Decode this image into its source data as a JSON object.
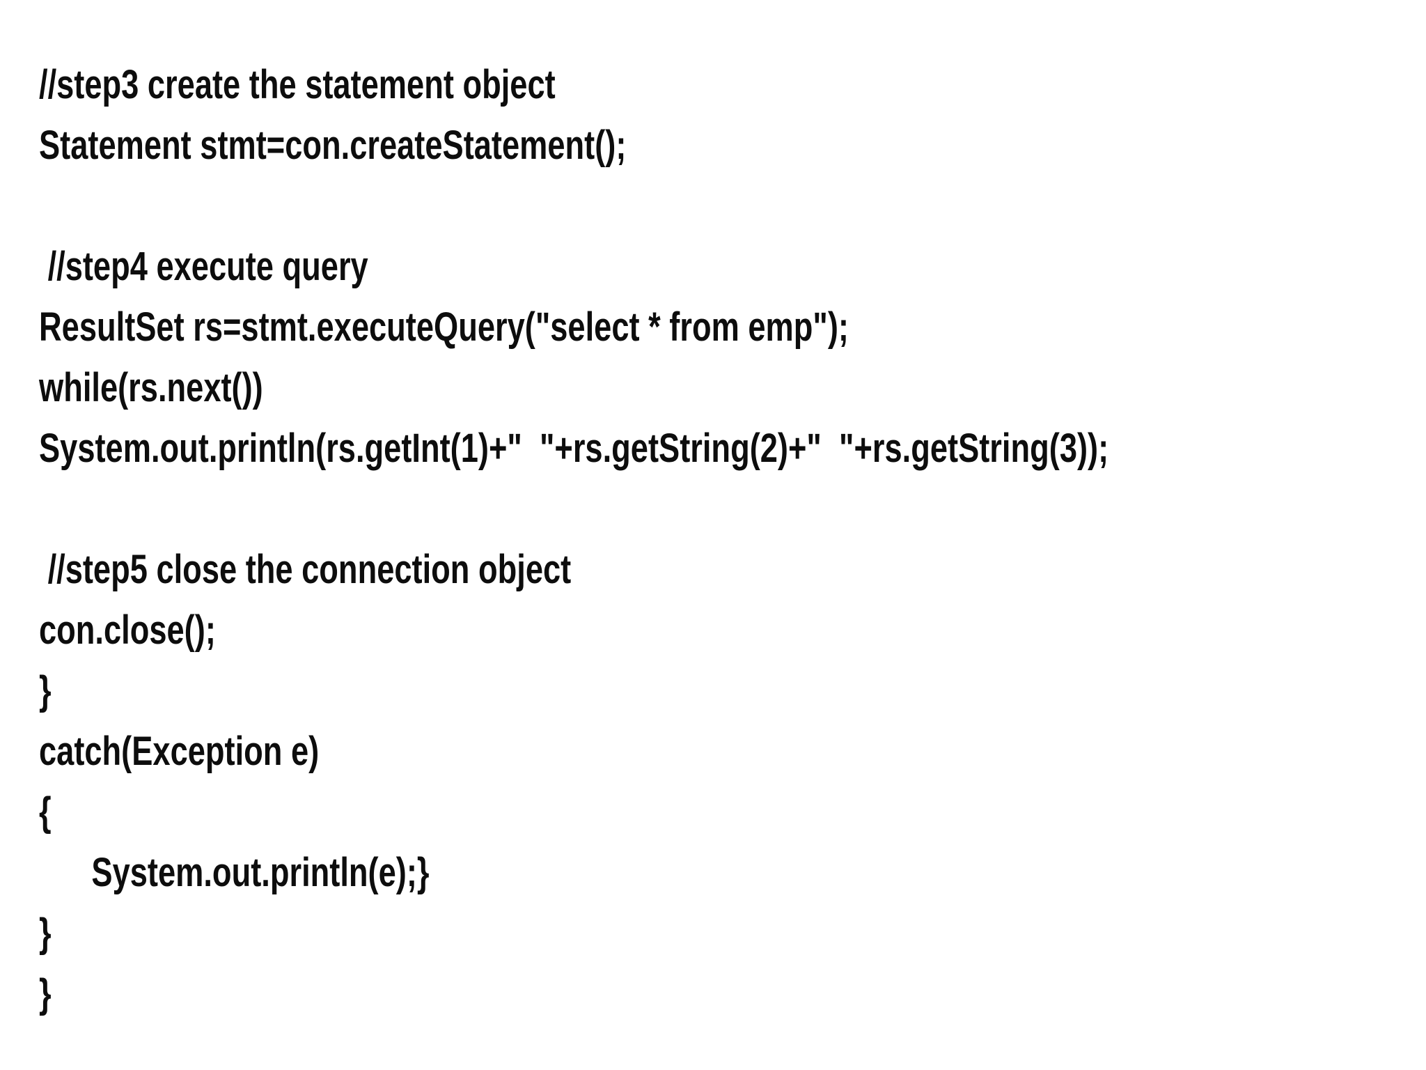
{
  "page": {
    "background_color": "#ffffff",
    "text_color": "#0d0d0d",
    "description": "Code snippet shown as large bold black text on a white background"
  },
  "document": {
    "type": "code-snippet",
    "language": "java",
    "lines": [
      "//step3 create the statement object",
      "Statement stmt=con.createStatement();",
      "",
      " //step4 execute query",
      "ResultSet rs=stmt.executeQuery(\"select * from emp\");",
      "while(rs.next())",
      "System.out.println(rs.getInt(1)+\"  \"+rs.getString(2)+\"  \"+rs.getString(3));",
      "",
      " //step5 close the connection object",
      "con.close();",
      "}",
      "catch(Exception e)",
      "{",
      "      System.out.println(e);}",
      "}",
      "}"
    ]
  }
}
